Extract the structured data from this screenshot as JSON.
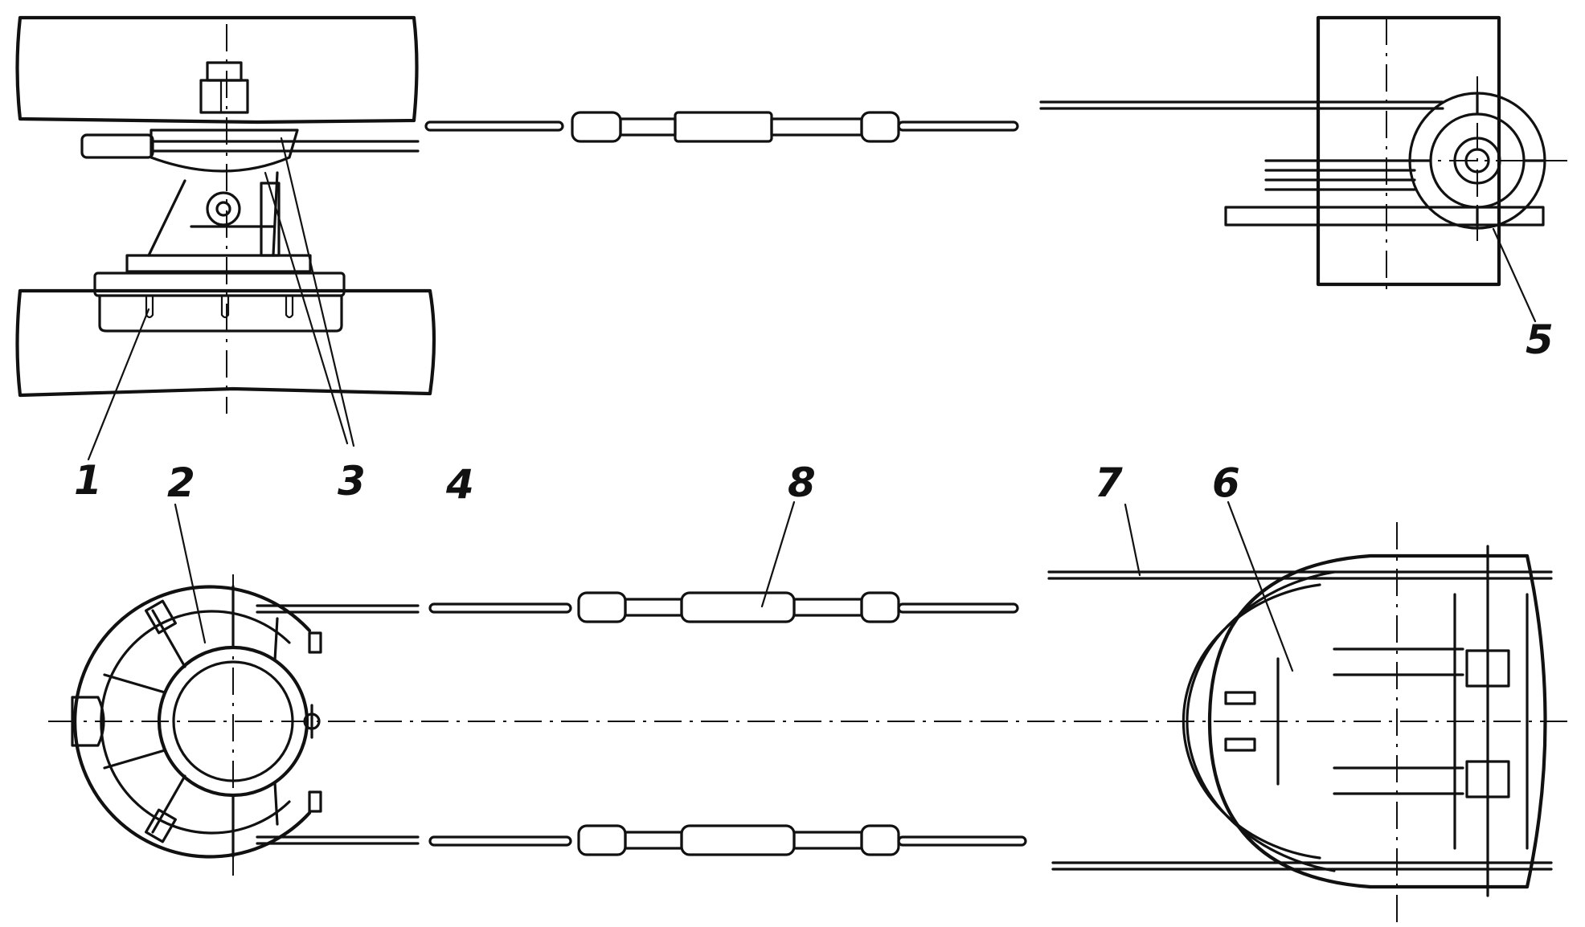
{
  "labels": {
    "l1": "1",
    "l2": "2",
    "l3": "3",
    "l4": "4",
    "l5": "5",
    "l6": "6",
    "l7": "7",
    "l8": "8"
  },
  "ink_color": "#111111",
  "background_color": "#ffffff"
}
